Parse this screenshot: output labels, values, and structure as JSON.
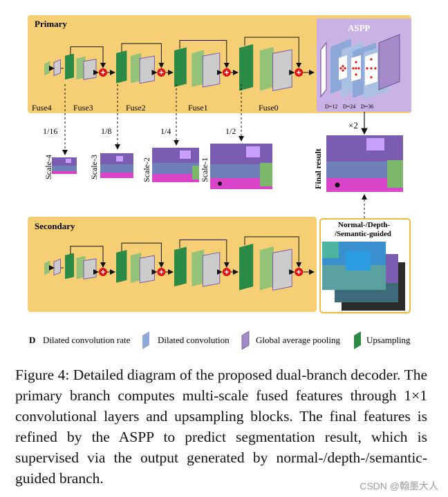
{
  "primary_label": "Primary",
  "secondary_label": "Secondary",
  "aspp": {
    "title": "ASPP",
    "rates": [
      "D=12",
      "D=24",
      "D=36"
    ]
  },
  "fuse_labels": [
    "Fuse4",
    "Fuse3",
    "Fuse2",
    "Fuse1",
    "Fuse0"
  ],
  "scale_ratios": [
    "1/16",
    "1/8",
    "1/4",
    "1/2"
  ],
  "scale_labels": [
    "Scale-4",
    "Scale-3",
    "Scale-2",
    "Scale-1"
  ],
  "upsample_label": "×2",
  "final_result_label": "Final result",
  "guided_label": [
    "Normal-/Depth-",
    "/Semantic-guided"
  ],
  "legend": {
    "d_key": "D",
    "dilated_rate": "Dilated convolution rate",
    "dilated_conv": "Dilated convolution",
    "gap": "Global average pooling",
    "upsampling": "Upsampling"
  },
  "caption": "Figure 4: Detailed diagram of the proposed dual-branch decoder. The primary branch computes multi-scale fused features through 1×1 convolutional layers and upsampling blocks. The final features is refined by the ASPP to predict segmentation result, which is supervised via the output generated by normal-/depth-/semantic-guided branch.",
  "watermark": "CSDN @翰墨大人",
  "colors": {
    "panel": "#f6cf75",
    "aspp_bg": "#c9b3e6",
    "upsample_green": "#2a8a46",
    "conv_light_green": "#94c278",
    "feature_gray": "#cccccc",
    "plus_red": "#e01212",
    "dilated_blue": "#8ea9d8",
    "gap_purple": "#a58ac9"
  }
}
